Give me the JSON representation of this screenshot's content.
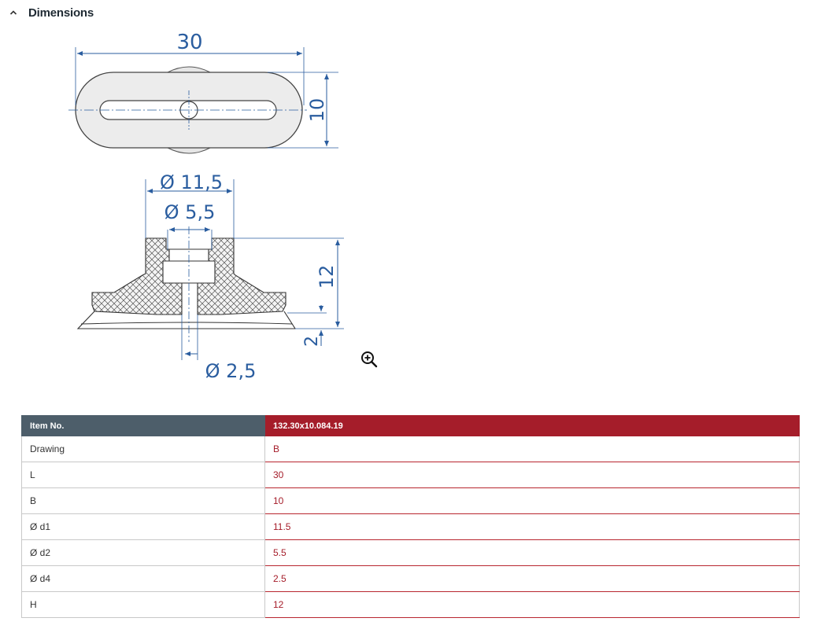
{
  "section": {
    "title": "Dimensions",
    "toggle_icon": "chevron-up-icon",
    "zoom_icon": "zoom-in-icon"
  },
  "drawing": {
    "length": "30",
    "width": "10",
    "d1": "Ø 11,5",
    "d2": "Ø 5,5",
    "d4": "Ø 2,5",
    "height": "12",
    "lip": "2"
  },
  "table": {
    "header": {
      "key": "Item No.",
      "value": "132.30x10.084.19"
    },
    "rows": [
      {
        "key": "Drawing",
        "value": "B"
      },
      {
        "key": "L",
        "value": "30"
      },
      {
        "key": "B",
        "value": "10"
      },
      {
        "key": "Ø d1",
        "value": "11.5"
      },
      {
        "key": "Ø d2",
        "value": "5.5"
      },
      {
        "key": "Ø d4",
        "value": "2.5"
      },
      {
        "key": "H",
        "value": "12"
      }
    ]
  },
  "colors": {
    "header_key_bg": "#4d5e6a",
    "header_value_bg": "#a51d2a",
    "value_text": "#a51d2a",
    "dimension_text": "#2a5d9f"
  }
}
